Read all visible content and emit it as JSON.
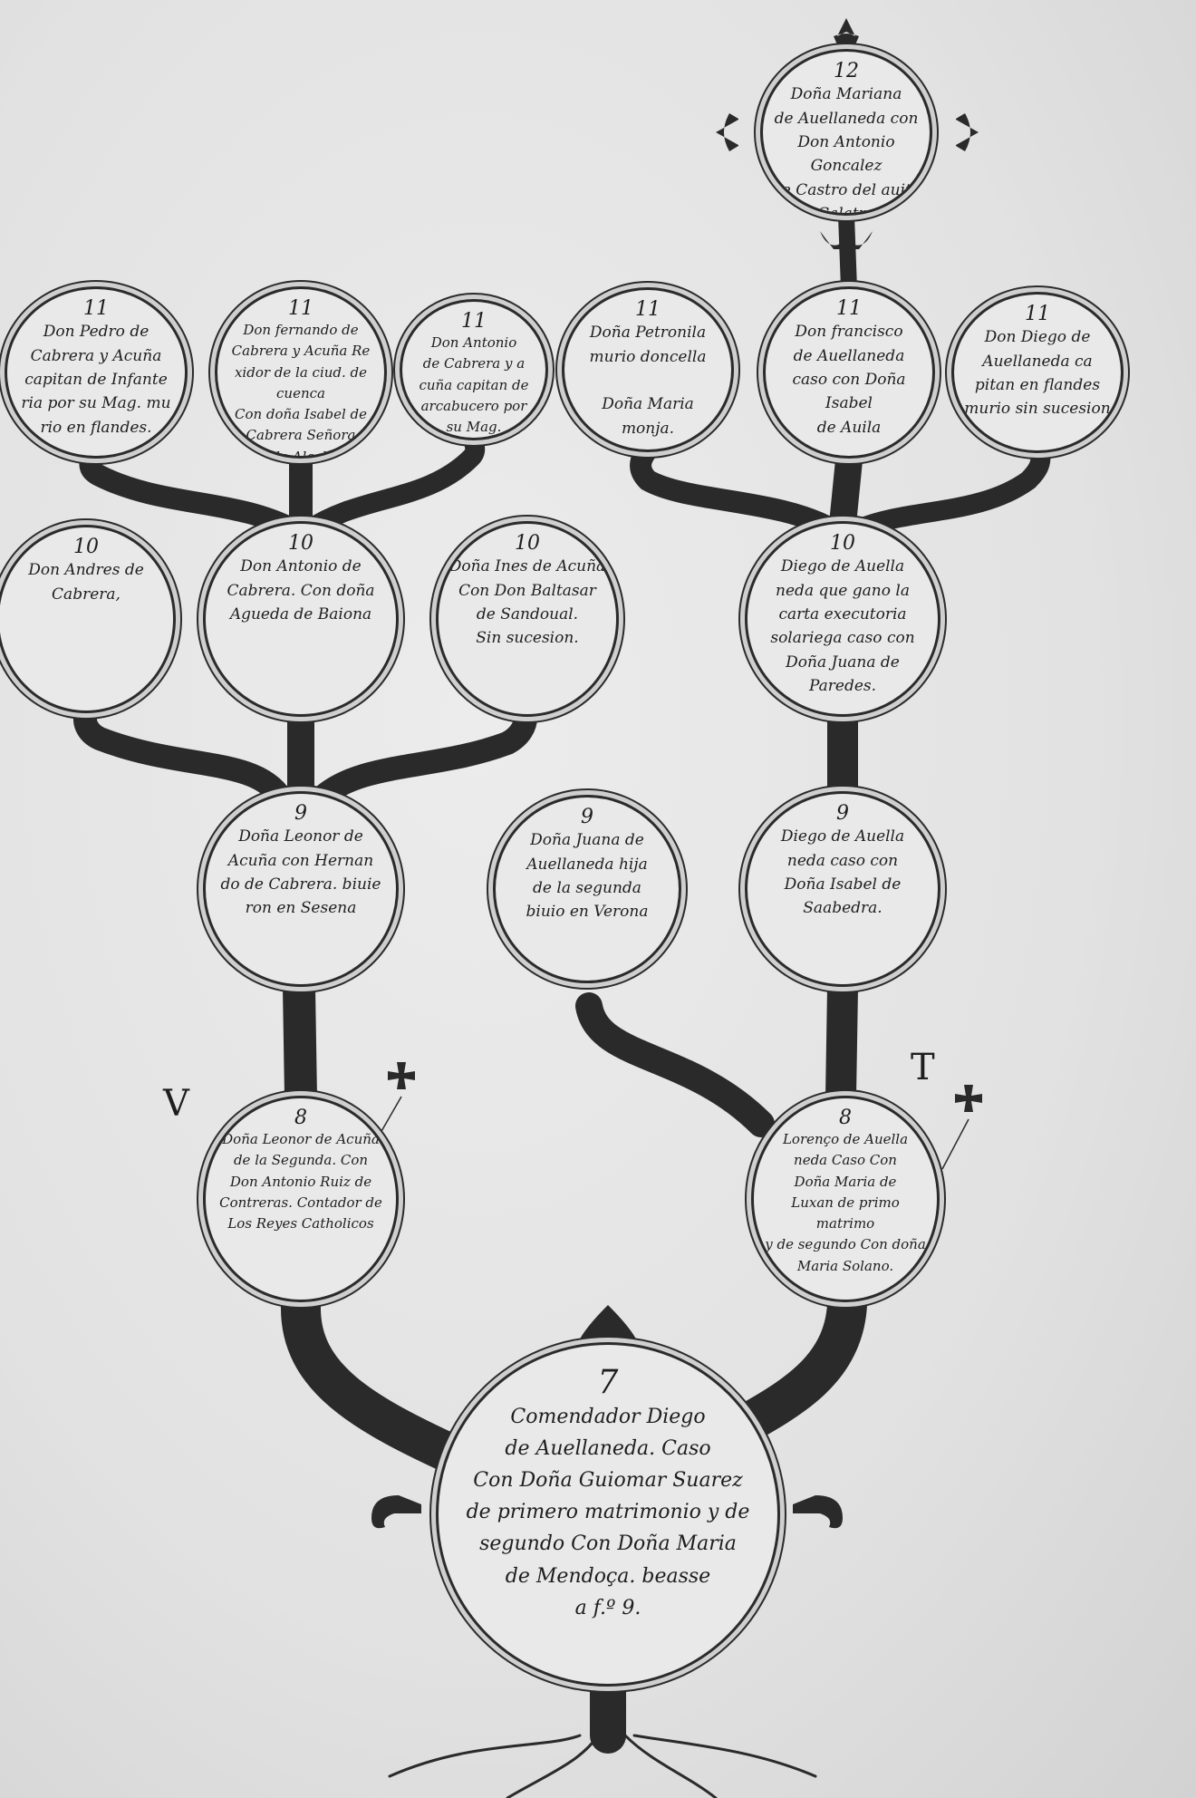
{
  "title": "Genealogical tree of the Avellaneda family",
  "nodes": {
    "n12": {
      "gen": "12",
      "text": "Doña Mariana\nde Auellaneda con\nDon Antonio Goncalez\nde Castro del auito\nde Calatraba,"
    },
    "n11a": {
      "gen": "11",
      "text": "Don Pedro de\nCabrera y Acuña\ncapitan de Infante\nria por su Mag. mu\nrio en flandes."
    },
    "n11b": {
      "gen": "11",
      "text": "Don fernando de\nCabrera y Acuña Re\nxidor de la ciud. de cuenca\nCon doña Isabel de\nCabrera Señora\nde la Alcalaia"
    },
    "n11c": {
      "gen": "11",
      "text": "Don Antonio\nde Cabrera y a\ncuña capitan de\narcabucero por\nsu Mag."
    },
    "n11d": {
      "gen": "11",
      "text": "Doña Petronila\nmurio doncella\n\nDoña Maria\nmonja."
    },
    "n11e": {
      "gen": "11",
      "text": "Don francisco\nde Auellaneda\ncaso con Doña Isabel\nde Auila"
    },
    "n11f": {
      "gen": "11",
      "text": "Don Diego de\nAuellaneda ca\npitan en flandes\nmurio sin sucesion"
    },
    "n10a": {
      "gen": "10",
      "text": "Don Andres de\nCabrera,"
    },
    "n10b": {
      "gen": "10",
      "text": "Don Antonio de\nCabrera. Con doña\nAgueda de Baiona"
    },
    "n10c": {
      "gen": "10",
      "text": "Doña Ines de Acuña\nCon Don Baltasar\nde Sandoual.\nSin sucesion."
    },
    "n10d": {
      "gen": "10",
      "text": "Diego de Auella\nneda que gano la\ncarta executoria\nsolariega caso con\nDoña Juana de\nParedes."
    },
    "n9a": {
      "gen": "9",
      "text": "Doña Leonor de\nAcuña con Hernan\ndo de Cabrera. biuie\nron en Sesena"
    },
    "n9b": {
      "gen": "9",
      "text": "Doña Juana de\nAuellaneda hija\nde la segunda\nbiuio en Verona"
    },
    "n9c": {
      "gen": "9",
      "text": "Diego de Auella\nneda caso con\nDoña Isabel de\nSaabedra."
    },
    "n8a": {
      "gen": "8",
      "text": "Doña Leonor de Acuña\nde la Segunda. Con\nDon Antonio Ruiz de\nContreras. Contador de\nLos Reyes Catholicos"
    },
    "n8b": {
      "gen": "8",
      "text": "Lorenço de Auella\nneda Caso Con\nDoña Maria de\nLuxan de primo matrimo\ny de segundo Con doña\nMaria Solano."
    },
    "n7": {
      "gen": "7",
      "text": "Comendador Diego\nde Auellaneda. Caso\nCon Doña Guiomar Suarez\nde primero matrimonio y de\nsegundo Con Doña Maria\nde Mendoça. beasse\na f.º 9."
    }
  },
  "markers": {
    "left_letter": "V",
    "right_letter": "T"
  },
  "colors": {
    "ink": "#2a2a2a",
    "paper": "#e6e6e6"
  }
}
